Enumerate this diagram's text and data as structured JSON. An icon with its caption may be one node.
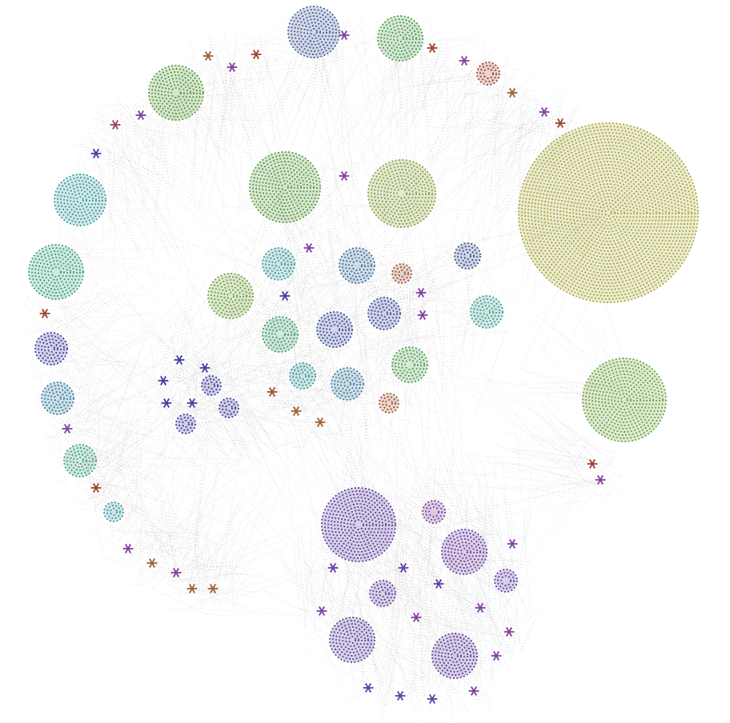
{
  "diagram": {
    "nodes": [
      {
        "text": [],
        "shape": "circle"
      },
      {
        "text": [],
        "shape": "circle"
      },
      {
        "text": [],
        "shape": "circle"
      },
      {
        "text": [],
        "shape": "circle"
      },
      {
        "text": [],
        "shape": "circle"
      },
      {
        "text": [],
        "shape": "circle"
      },
      {
        "text": [],
        "shape": "circle"
      },
      {
        "text": [],
        "shape": "circle"
      },
      {
        "text": [],
        "shape": "circle"
      },
      {
        "text": [],
        "shape": "circle"
      },
      {
        "text": [],
        "shape": "circle"
      },
      {
        "text": [],
        "shape": "circle"
      },
      {
        "text": [],
        "shape": "circle"
      },
      {
        "text": [],
        "shape": "circle"
      },
      {
        "text": [],
        "shape": "circle"
      },
      {
        "text": [],
        "shape": "circle"
      },
      {
        "text": [],
        "shape": "circle"
      },
      {
        "text": [],
        "shape": "circle"
      },
      {
        "text": [],
        "shape": "circle"
      },
      {
        "text": [],
        "shape": "circle"
      },
      {
        "text": [],
        "shape": "circle"
      },
      {
        "text": [],
        "shape": "circle"
      },
      {
        "text": [],
        "shape": "circle"
      },
      {
        "text": [],
        "shape": "circle"
      },
      {
        "text": [],
        "shape": "circle"
      },
      {
        "text": [],
        "shape": "circle"
      },
      {
        "text": [],
        "shape": "circle"
      },
      {
        "text": [],
        "shape": "circle"
      },
      {
        "text": [],
        "shape": "circle"
      },
      {
        "text": [],
        "shape": "circle"
      },
      {
        "text": [],
        "shape": "circle"
      },
      {
        "text": [],
        "shape": "circle"
      },
      {
        "text": [],
        "shape": "circle"
      },
      {
        "text": [],
        "shape": "circle"
      },
      {
        "text": [],
        "shape": "circle"
      },
      {
        "text": [],
        "shape": "circle"
      },
      {
        "text": [],
        "shape": "circle"
      }
    ]
  }
}
